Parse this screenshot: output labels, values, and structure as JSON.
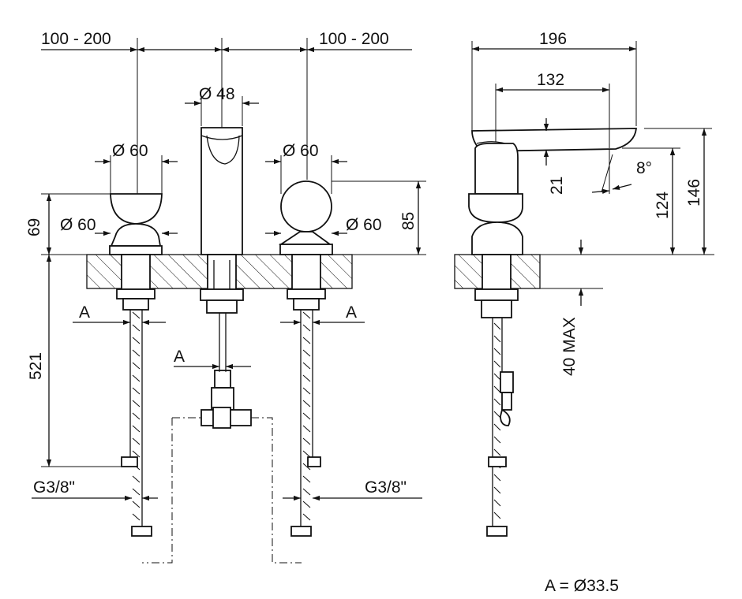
{
  "drawing": {
    "front_view": {
      "spacing_left": "100 - 200",
      "spacing_right": "100 - 200",
      "spout_diameter": "Ø 48",
      "left_handle_diameter_top": "Ø 60",
      "left_handle_diameter_bottom": "Ø 60",
      "right_handle_diameter_top": "Ø 60",
      "right_handle_diameter_bottom": "Ø 60",
      "handle_height": "69",
      "right_handle_height": "85",
      "hose_length": "521",
      "label_a_left": "A",
      "label_a_center": "A",
      "label_a_right": "A",
      "connection_left": "G3/8\"",
      "connection_right": "G3/8\""
    },
    "side_view": {
      "overall_depth": "196",
      "spout_reach": "132",
      "spout_outlet_height": "21",
      "spout_angle": "8°",
      "outlet_height": "124",
      "overall_height": "146",
      "max_deck_thickness": "40 MAX"
    },
    "note": "A = Ø33.5"
  }
}
